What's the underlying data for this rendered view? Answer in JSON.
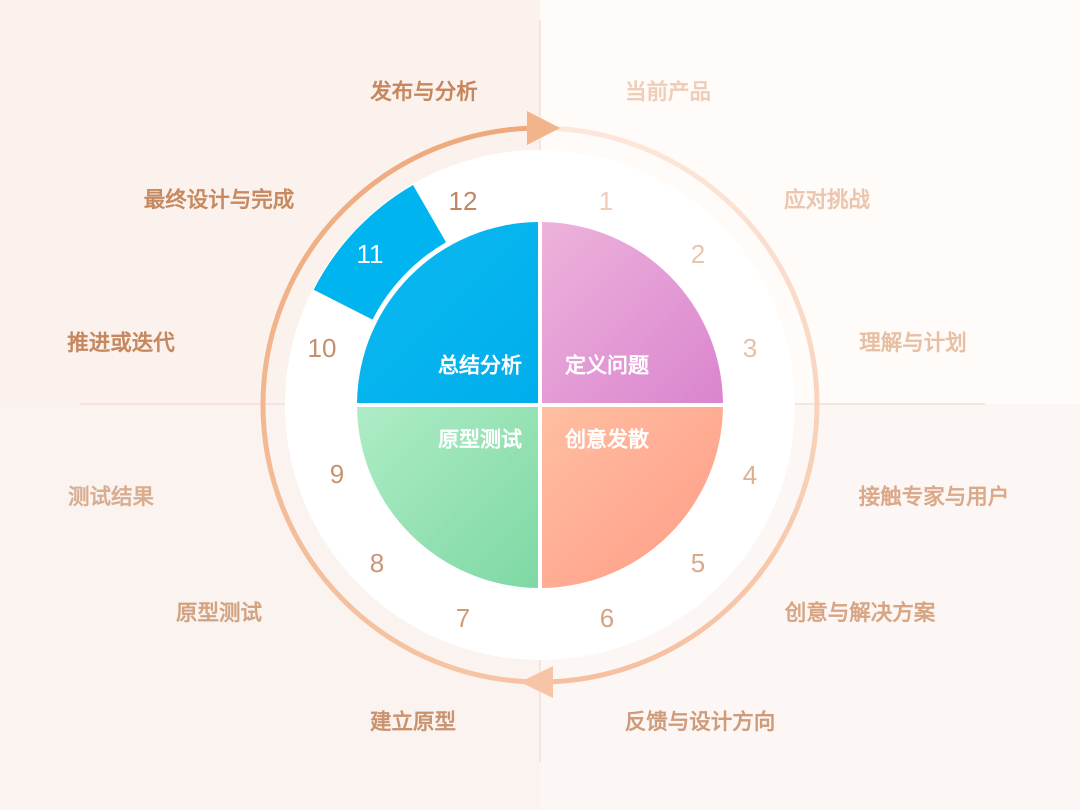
{
  "steps": [
    {
      "number": "1",
      "label": "当前产品"
    },
    {
      "number": "2",
      "label": "应对挑战"
    },
    {
      "number": "3",
      "label": "理解与计划"
    },
    {
      "number": "4",
      "label": "接触专家与用户"
    },
    {
      "number": "5",
      "label": "创意与解决方案"
    },
    {
      "number": "6",
      "label": "反馈与设计方向"
    },
    {
      "number": "7",
      "label": "建立原型"
    },
    {
      "number": "8",
      "label": "原型测试"
    },
    {
      "number": "9",
      "label": "测试结果"
    },
    {
      "number": "10",
      "label": "推进或迭代"
    },
    {
      "number": "11",
      "label": "最终设计与完成",
      "highlighted": true
    },
    {
      "number": "12",
      "label": "发布与分析"
    }
  ],
  "phases": {
    "top_left": {
      "label": "总结分析",
      "colors": [
        "#0cb9f1",
        "#00aeeb"
      ]
    },
    "top_right": {
      "label": "定义问题",
      "colors": [
        "#edb3db",
        "#da85ce"
      ]
    },
    "bottom_right": {
      "label": "创意发散",
      "colors": [
        "#ffbfa1",
        "#ff9a86"
      ]
    },
    "bottom_left": {
      "label": "原型测试",
      "colors": [
        "#aeecc6",
        "#7ed8a4"
      ]
    }
  },
  "colors": {
    "highlight": "#00b4ef"
  }
}
